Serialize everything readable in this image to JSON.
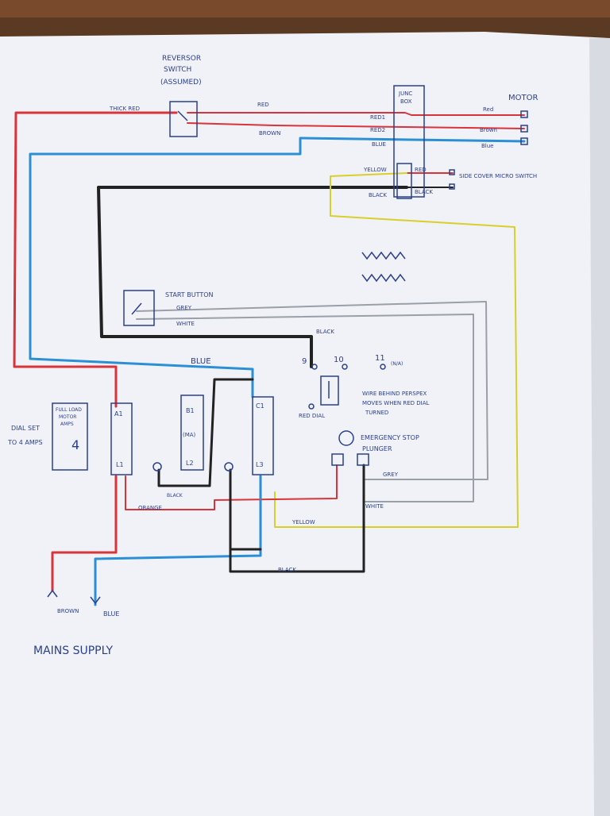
{
  "colors": {
    "red": "#d8343a",
    "blue": "#2b8fd6",
    "black": "#222222",
    "yellow": "#d8cf2a",
    "grey": "#9aa0a8",
    "ink": "#2b3f8f"
  },
  "labels": {
    "reversor": [
      "REVERSOR",
      "SWITCH",
      "(ASSUMED)"
    ],
    "thick_red": "THICK RED",
    "red_top": "RED",
    "brown_top": "BROWN",
    "junc_box": [
      "JUNC",
      "BOX"
    ],
    "motor": "MOTOR",
    "red1": "RED1",
    "red2": "RED2",
    "blue_jb": "BLUE",
    "motor_red": "Red",
    "motor_brown": "Brown",
    "motor_blue": "Blue",
    "yellow_jb": "YELLOW",
    "black_jb": "BLACK",
    "red_micro": "RED",
    "black_micro": "BLACK",
    "micro_switch": "SIDE COVER MICRO SWITCH",
    "start_button": "START BUTTON",
    "grey": "GREY",
    "white": "WHITE",
    "black_mid": "BLACK",
    "blue_mid": "BLUE",
    "t9": "9",
    "t10": "10",
    "t11": "11",
    "t11_note": "(N/A)",
    "wire_note": [
      "WIRE BEHIND PERSPEX",
      "MOVES WHEN RED DIAL",
      "TURNED"
    ],
    "red_dial": "RED DIAL",
    "full_load": [
      "FULL LOAD",
      "MOTOR",
      "AMPS"
    ],
    "dial_value": "4",
    "dial_set": [
      "DIAL SET",
      "TO 4 AMPS"
    ],
    "a1": "A1",
    "l1": "L1",
    "b1": "B1",
    "ma": "(MA)",
    "l2": "L2",
    "c1": "C1",
    "l3": "L3",
    "estop": [
      "EMERGENCY STOP",
      "PLUNGER"
    ],
    "grey_low": "GREY",
    "white_low": "WHITE",
    "black_low": "BLACK",
    "orange": "ORANGE",
    "yellow_low": "YELLOW",
    "black_bottom": "BLACK",
    "brown_supply": "BROWN",
    "blue_supply": "BLUE",
    "mains": "MAINS SUPPLY"
  }
}
